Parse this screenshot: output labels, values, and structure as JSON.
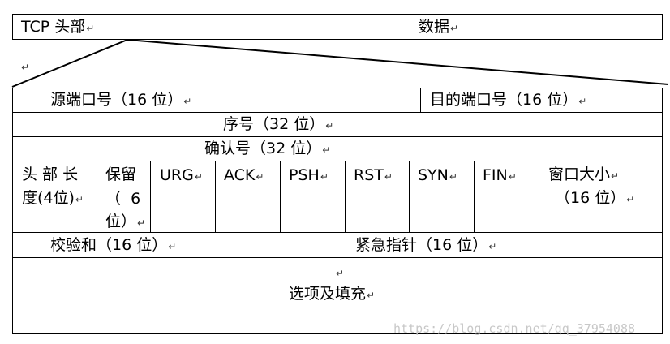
{
  "header": {
    "tcp_header": "TCP 头部",
    "data": "数据"
  },
  "row1": {
    "src_port": "源端口号（16 位）",
    "dst_port": "目的端口号（16 位）"
  },
  "row2": {
    "seq": "序号（32 位）"
  },
  "row3": {
    "ack": "确认号（32 位）"
  },
  "row4": {
    "header_len_line1": "头 部 长",
    "header_len_line2": "度(4位)",
    "reserved_line1": "保留",
    "reserved_line2": "（  6",
    "reserved_line3": "位）",
    "flags": [
      "URG",
      "ACK",
      "PSH",
      "RST",
      "SYN",
      "FIN"
    ],
    "window_line1": "窗口大小",
    "window_line2": "（16 位）"
  },
  "row5": {
    "checksum": "校验和（16 位）",
    "urgent": "紧急指针（16 位）"
  },
  "row6": {
    "options": "选项及填充"
  },
  "paragraph_mark": "↵",
  "watermark": "https://blog.csdn.net/qq_37954088"
}
